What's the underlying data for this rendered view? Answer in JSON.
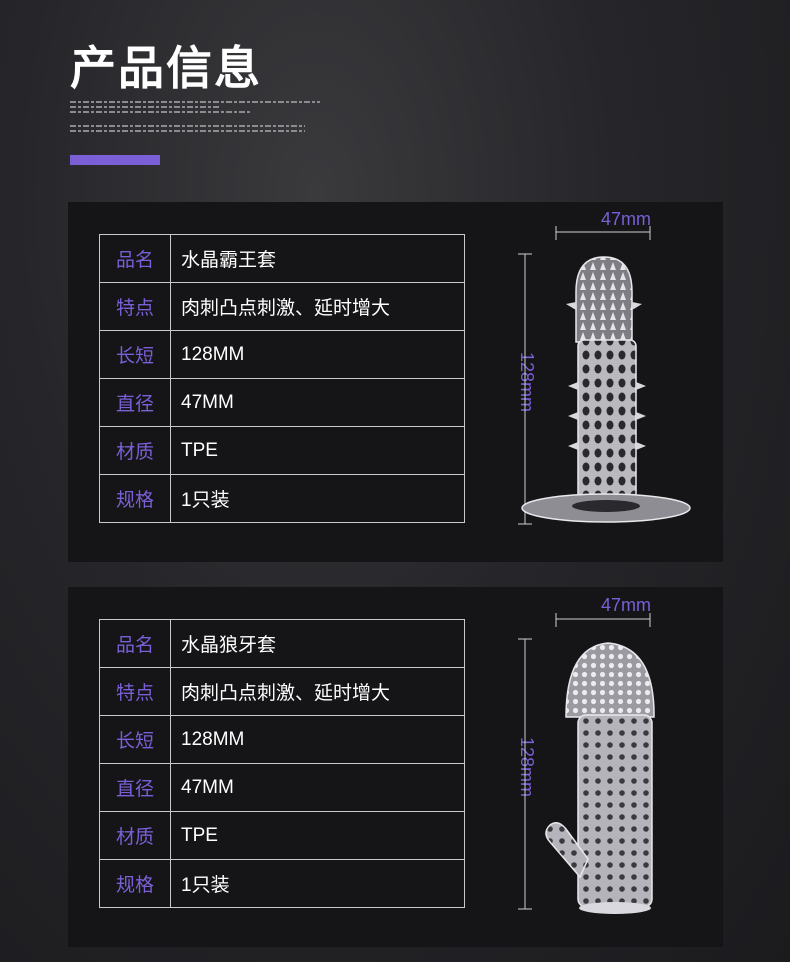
{
  "page": {
    "title": "产品信息",
    "fine_text": [
      "YOUTH IS NOT A TIME OF LIFE; IT IS A STATE OF MIND; IT IS NOT A MATTER OF ROSY CHEEKS, RED LIPS AND SUPPLE KNEES; IT IS A MATTER OF THE WILL, A QUALITY OF THE",
      "IMAGINATION, A VIGOR OF THE EMOTIONS; IT IS THE FRESHNESS OF THE DEEP SPRINGS OF LIFE",
      "YOUTH MEANS A TEMPERAMENTAL PREDOMINANCE OF COURAGE OVER TIMIDITY, OF THE APPETITE FOR ADVENTURE",
      "YOUTH MEANS A TEMPERAMENTAL PREDOMINANCE OF COURAGE OVER TIMIDITY, OF THE APPETITE FOR ADVENTURE OVER THE LOVE OF EASE.",
      "THIS OFTEN EXISTS IN A MAN OF 60 MORE THAN A BOY OF 20. NOBODY GROWS OLD MERELY BY A NUMBER OF YEARS. WE GROW OLD BY DESERTING OUR IDEALS."
    ]
  },
  "colors": {
    "accent": "#7a5fd6",
    "background": "#26262a",
    "panel": "#151517",
    "border": "#c9c9c9"
  },
  "products": [
    {
      "specs": [
        {
          "key": "品名",
          "value": "水晶霸王套"
        },
        {
          "key": "特点",
          "value": "肉刺凸点刺激、延时增大"
        },
        {
          "key": "长短",
          "value": "128MM"
        },
        {
          "key": "直径",
          "value": "47MM"
        },
        {
          "key": "材质",
          "value": "TPE"
        },
        {
          "key": "规格",
          "value": "1只装"
        }
      ],
      "width_label": "47mm",
      "height_label": "128mm",
      "image_icon": "spiked-sleeve-with-base-ring"
    },
    {
      "specs": [
        {
          "key": "品名",
          "value": "水晶狼牙套"
        },
        {
          "key": "特点",
          "value": "肉刺凸点刺激、延时增大"
        },
        {
          "key": "长短",
          "value": "128MM"
        },
        {
          "key": "直径",
          "value": "47MM"
        },
        {
          "key": "材质",
          "value": "TPE"
        },
        {
          "key": "规格",
          "value": "1只装"
        }
      ],
      "width_label": "47mm",
      "height_label": "128mm",
      "image_icon": "dotted-sleeve-with-side-finger"
    }
  ]
}
